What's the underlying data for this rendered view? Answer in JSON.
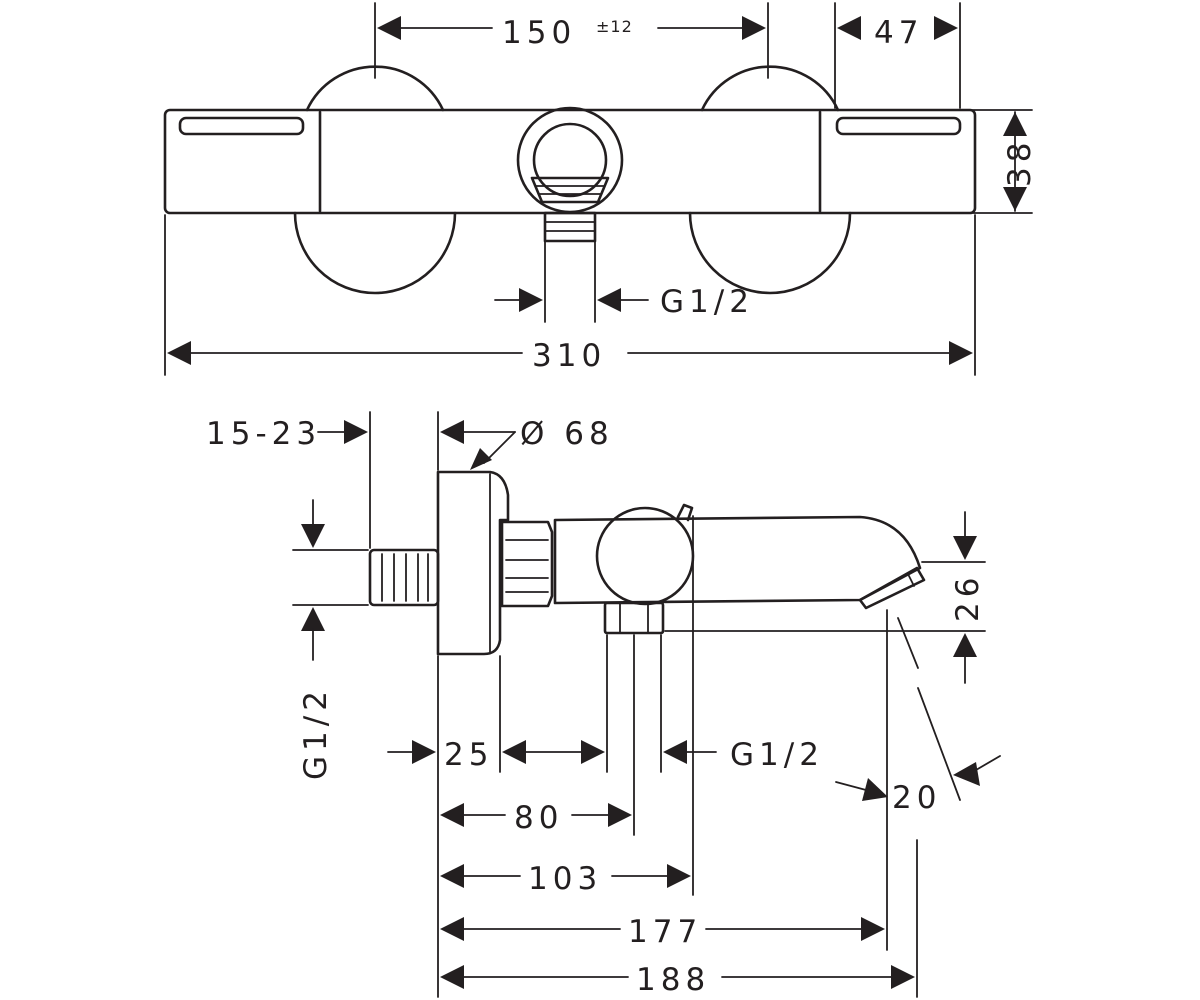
{
  "top_view": {
    "dim_center_distance": "150",
    "dim_center_tolerance": "±12",
    "dim_end_cap": "47",
    "dim_height": "38",
    "dim_outlet_thread": "G1/2",
    "dim_overall_width": "310"
  },
  "side_view": {
    "dim_wall_adjust": "15-23",
    "dim_escutcheon_diameter": "Ø 68",
    "dim_inlet_thread": "G1/2",
    "dim_spout_height": "26",
    "dim_spout_tip": "20",
    "dim_escutcheon_depth": "25",
    "dim_outlet_thread": "G1/2",
    "dim_outlet_axis": "80",
    "dim_body_axis": "103",
    "dim_spout_reach": "177",
    "dim_overall_depth": "188"
  }
}
